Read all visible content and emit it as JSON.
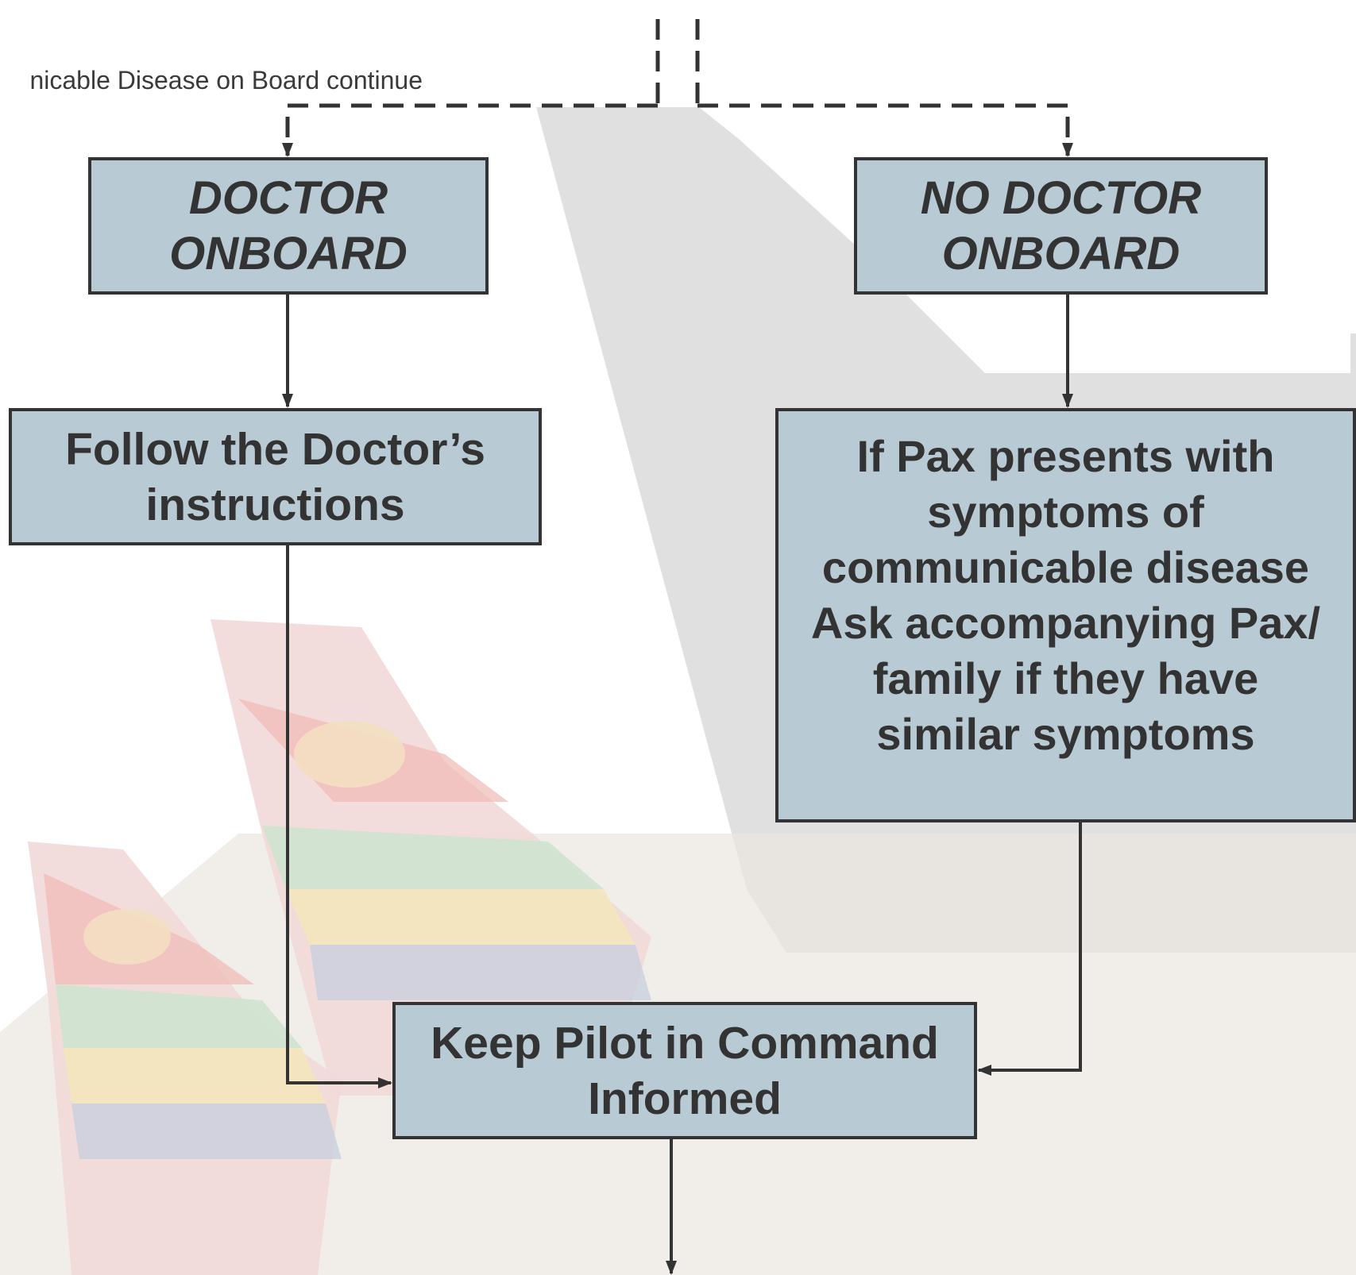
{
  "continuation_text": "nicable Disease on Board continue",
  "boxes": {
    "doctor_onboard": "DOCTOR\nONBOARD",
    "no_doctor_onboard": "NO DOCTOR\nONBOARD",
    "follow_doctor": "Follow the Doctor’s\ninstructions",
    "pax_symptoms": "If Pax presents with\nsymptoms of\ncommunicable disease\nAsk accompanying Pax/\nfamily if they have\nsimilar symptoms",
    "keep_pilot_informed": "Keep Pilot in Command\nInformed"
  },
  "colors": {
    "box_fill": "#b8cad4",
    "box_border": "#333333",
    "text": "#333333",
    "connector": "#333333"
  }
}
